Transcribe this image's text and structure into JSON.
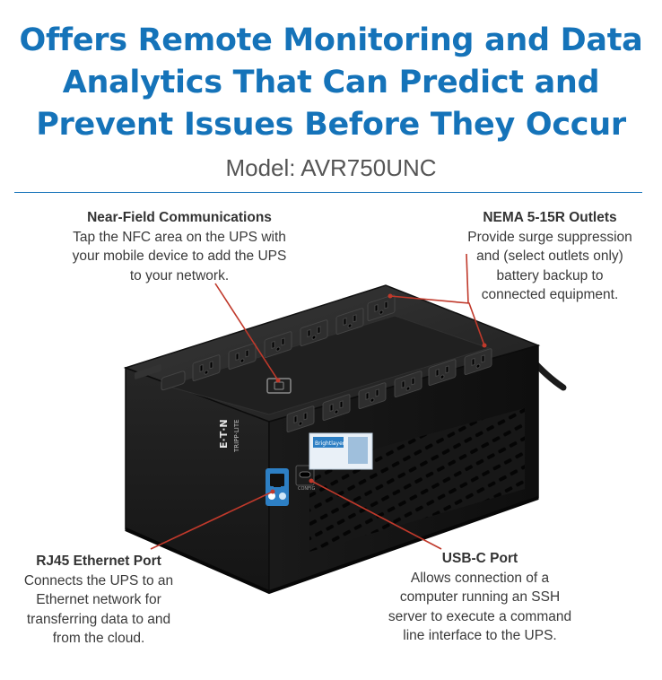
{
  "headline": {
    "line1": "Offers Remote Monitoring and Data",
    "line2": "Analytics That Can Predict and",
    "line3": "Prevent Issues Before They Occur"
  },
  "model": "Model: AVR750UNC",
  "callouts": {
    "nfc": {
      "title": "Near-Field Communications",
      "desc": "Tap the NFC area on the UPS with\nyour mobile device to add the UPS\nto your network."
    },
    "nema": {
      "title": "NEMA 5-15R Outlets",
      "desc": "Provide surge suppression\nand (select outlets only)\nbattery backup to\nconnected equipment."
    },
    "rj45": {
      "title": "RJ45 Ethernet Port",
      "desc": "Connects the UPS to an\nEthernet network for\ntransferring data to and\nfrom the cloud."
    },
    "usbc": {
      "title": "USB-C Port",
      "desc": "Allows connection of a\ncomputer running an SSH\nserver to execute a command\nline interface to the UPS."
    }
  },
  "device": {
    "brand": "E·T·N",
    "sub_brand": "TRIPP·LITE",
    "label_text": "Brightlayer",
    "usb_label": "CONFIG"
  },
  "colors": {
    "headline": "#1573b9",
    "leader": "#c0392b",
    "body": "#1e1e1e"
  }
}
